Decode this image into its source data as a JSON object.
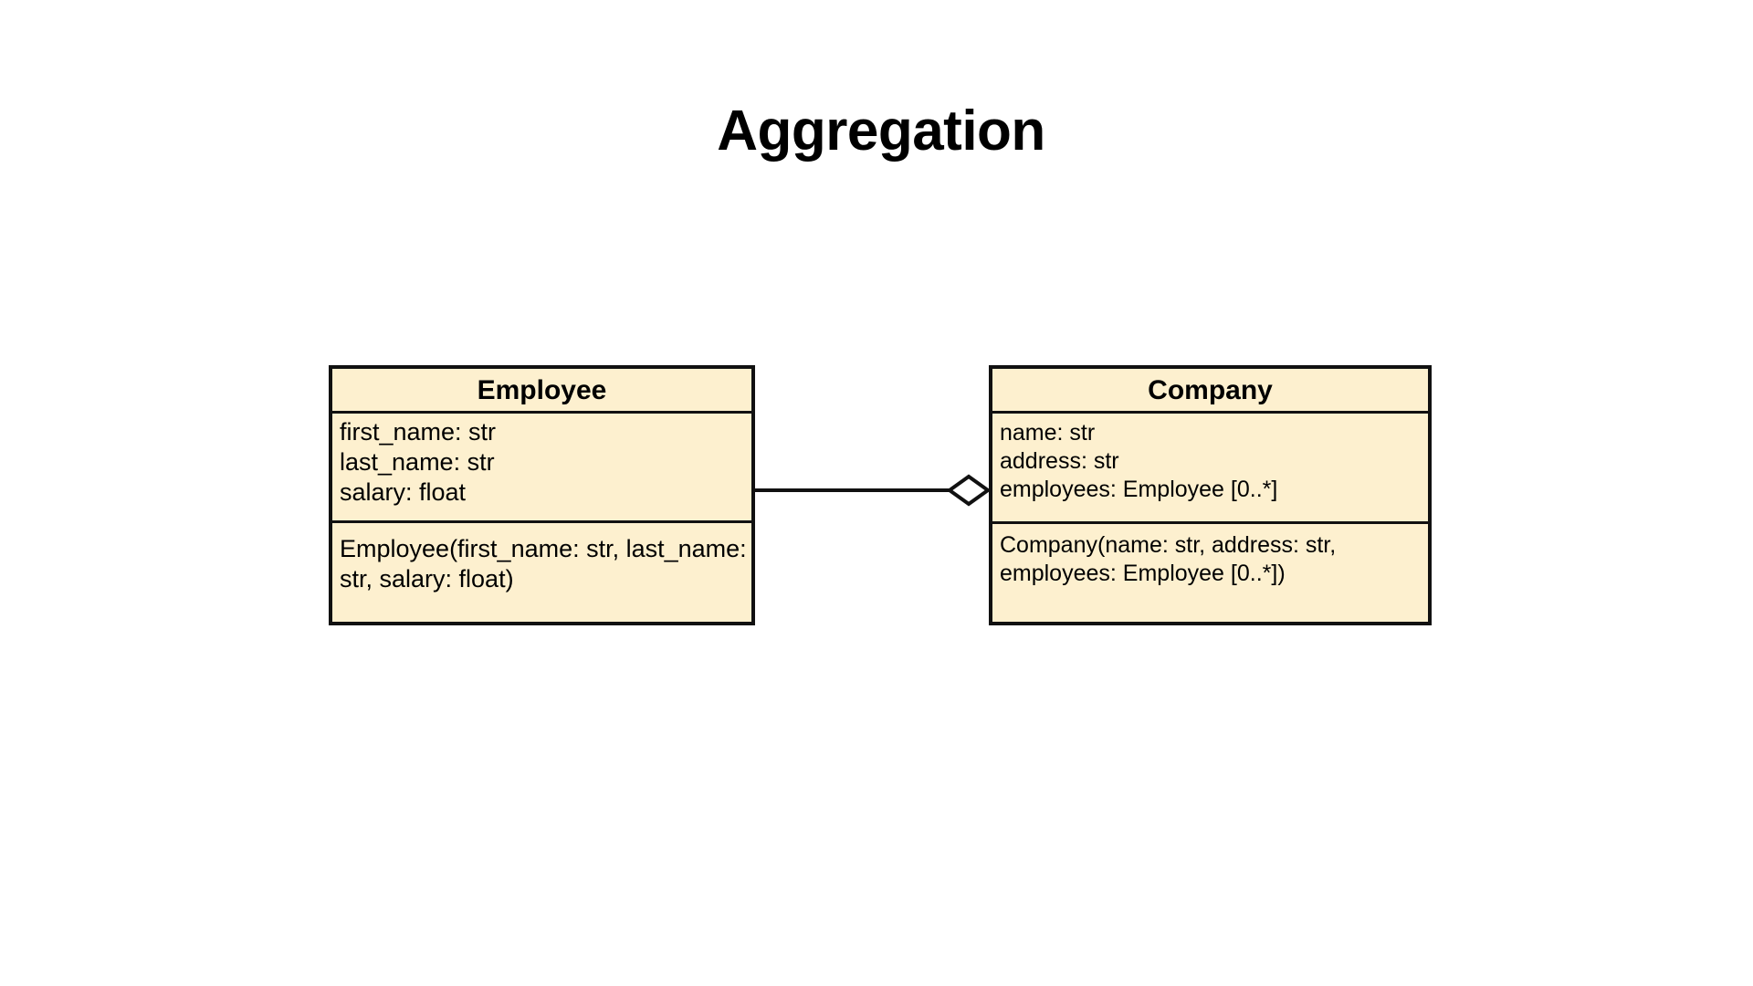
{
  "title": "Aggregation",
  "classes": {
    "employee": {
      "name": "Employee",
      "attributes": [
        "first_name: str",
        "last_name: str",
        "salary: float"
      ],
      "methods": [
        "Employee(first_name: str, last_name:",
        "str, salary: float)"
      ]
    },
    "company": {
      "name": "Company",
      "attributes": [
        "name: str",
        "address: str",
        "employees: Employee [0..*]"
      ],
      "methods": [
        "Company(name: str, address: str,",
        "employees: Employee [0..*])"
      ]
    }
  },
  "relationship": {
    "type": "aggregation",
    "from": "Employee",
    "to": "Company",
    "icon": "hollow-diamond-icon"
  },
  "colors": {
    "box_fill": "#fdf0cf",
    "stroke": "#111111",
    "background": "#ffffff"
  }
}
